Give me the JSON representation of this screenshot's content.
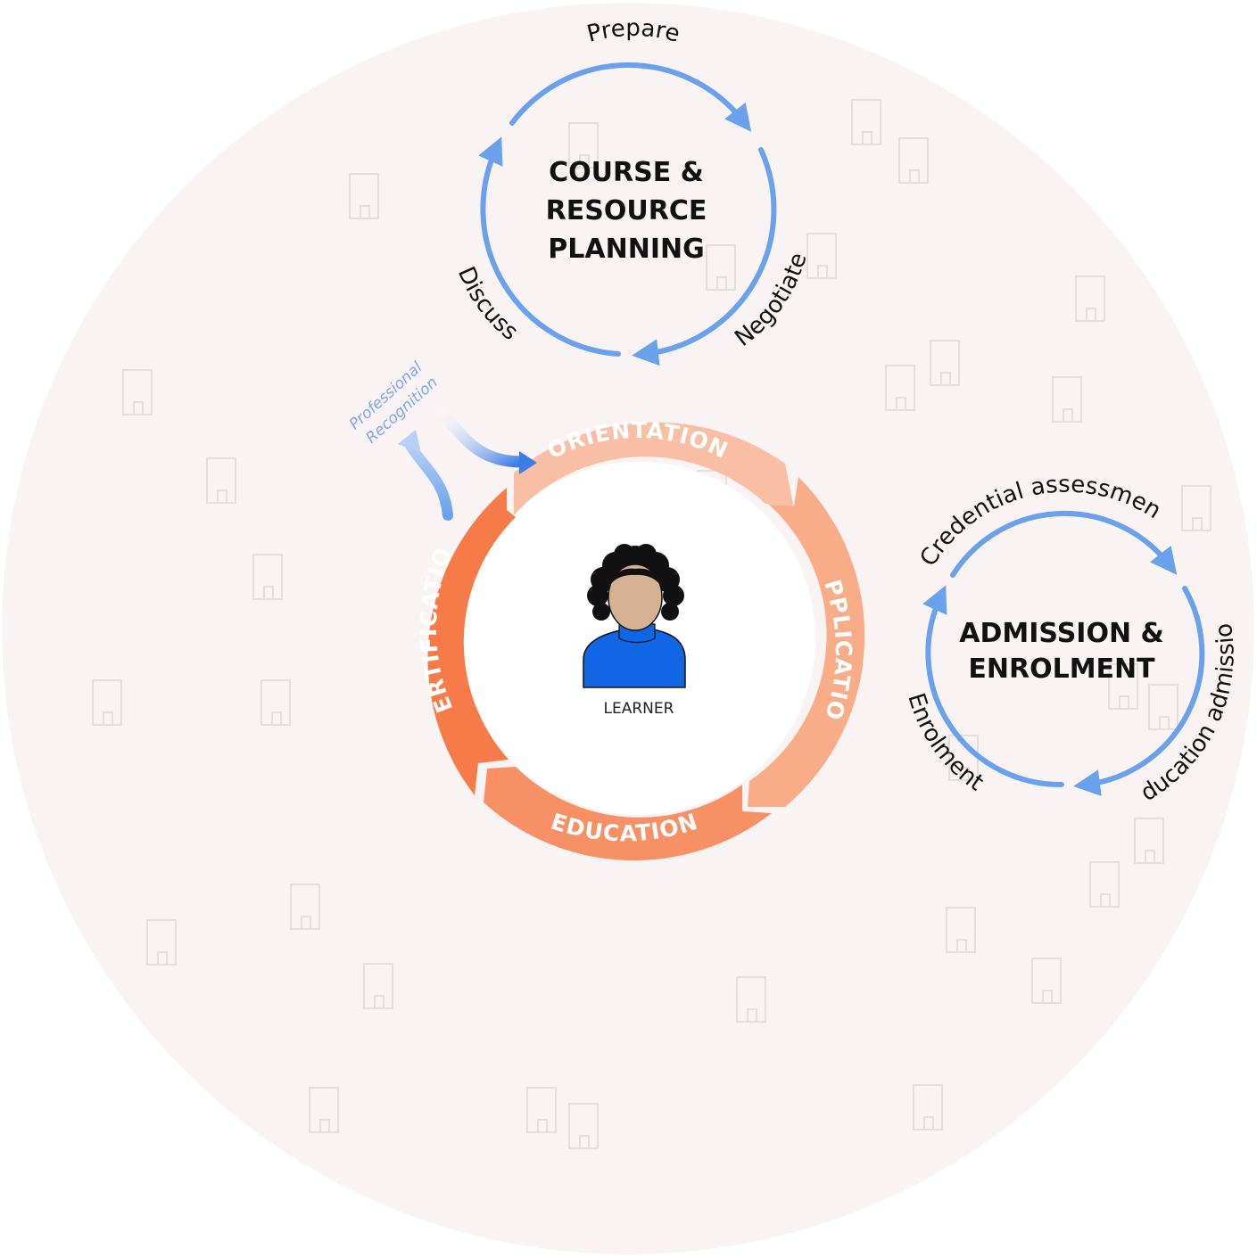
{
  "colors": {
    "background_disc": "#f9f3f3",
    "cycle_arrow": "#6aa1ec",
    "orientation": "#f9bfa5",
    "application": "#f9ac88",
    "education": "#f79165",
    "certification": "#f67b48",
    "professional_arrow": "#5d8fe8",
    "learner_shirt": "#1166e6",
    "learner_skin": "#d4b293",
    "learner_hair": "#111111"
  },
  "course_cycle": {
    "title_line1": "COURSE &",
    "title_line2": "RESOURCE",
    "title_line3": "PLANNING",
    "steps": [
      "Prepare",
      "Negotiate",
      "Discuss"
    ]
  },
  "admission_cycle": {
    "title_line1": "ADMISSION &",
    "title_line2": "ENROLMENT",
    "steps": [
      "Credential assessment",
      "Education admission",
      "Enrolment"
    ]
  },
  "learner_cycle": {
    "segments": [
      "ORIENTATION",
      "APPLICATION",
      "EDUCATION",
      "CERTIFICATION"
    ],
    "center_label": "LEARNER",
    "side_label_line1": "Professional",
    "side_label_line2": "Recognition",
    "center_icon": "person-avatar-icon"
  },
  "background_icon": "building-icon"
}
